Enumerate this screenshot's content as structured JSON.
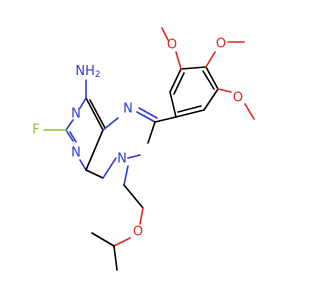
{
  "atom_labels": {
    "nh2": "NH2",
    "fluorine": "F",
    "n1": "N",
    "n3": "N",
    "n7": "N",
    "n9": "N",
    "ether_o": "O",
    "methoxy_o_top": "O",
    "methoxy_o_mid": "O",
    "methoxy_o_bottom": "O"
  },
  "colors": {
    "carbon_bond": "#000000",
    "nitrogen": "#2e3ad4",
    "oxygen": "#e0261d",
    "fluorine": "#8fbf3e"
  }
}
